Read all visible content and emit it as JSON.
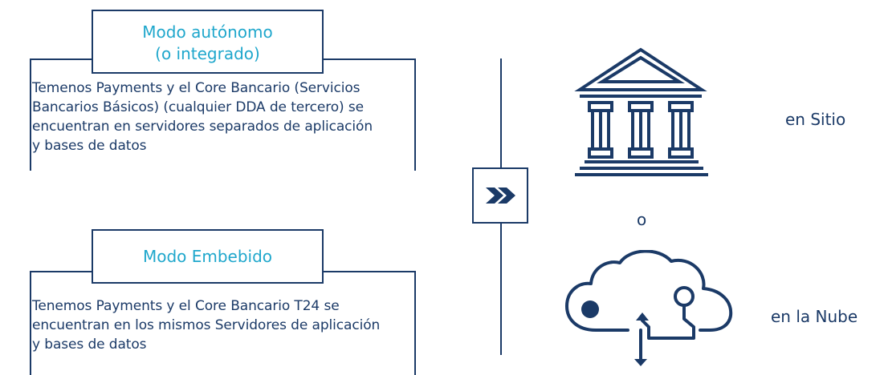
{
  "autonomous": {
    "title_line1": "Modo autónomo",
    "title_line2": "(o integrado)",
    "description_lines": [
      "Temenos Payments y el Core Bancario (Servicios",
      "Bancarios Básicos) (cualquier DDA de tercero) se",
      "encuentran en servidores separados de aplicación",
      "y bases de datos"
    ]
  },
  "embedded": {
    "title": "Modo Embebido",
    "description_lines": [
      "Tenemos Payments y el Core Bancario T24 se",
      "encuentran en los mismos Servidores de aplicación",
      "y bases de datos"
    ]
  },
  "deployment": {
    "onsite_label": "en Sitio",
    "or_label": "o",
    "cloud_label": "en la Nube"
  },
  "icons": {
    "arrow": "double-chevron-right-icon",
    "onsite": "bank-building-icon",
    "cloud": "cloud-network-icon"
  },
  "colors": {
    "navy": "#1b3a67",
    "accent": "#1fa7cc"
  }
}
